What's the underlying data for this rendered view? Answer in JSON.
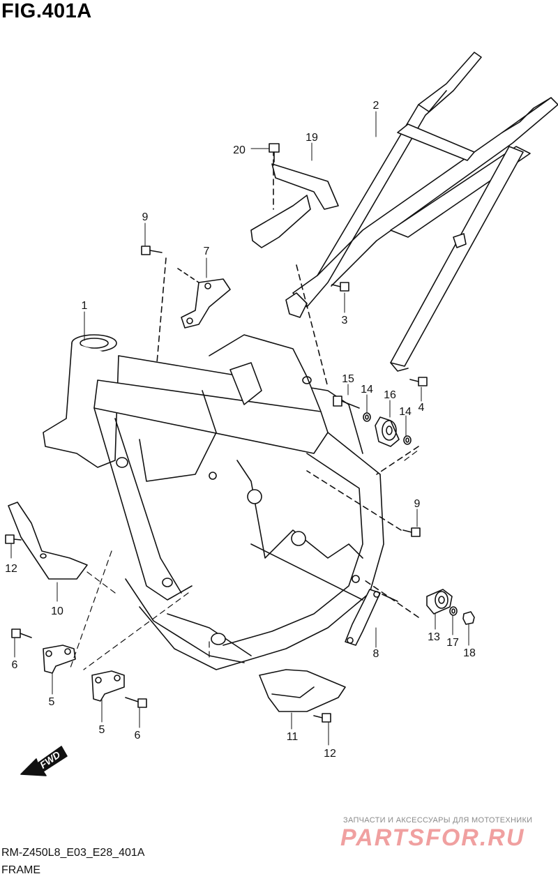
{
  "figure_title": "FIG.401A",
  "callouts": [
    {
      "id": "c1",
      "label": "1"
    },
    {
      "id": "c2",
      "label": "2"
    },
    {
      "id": "c3",
      "label": "3"
    },
    {
      "id": "c4",
      "label": "4"
    },
    {
      "id": "c5a",
      "label": "5"
    },
    {
      "id": "c5b",
      "label": "5"
    },
    {
      "id": "c6a",
      "label": "6"
    },
    {
      "id": "c6b",
      "label": "6"
    },
    {
      "id": "c7",
      "label": "7"
    },
    {
      "id": "c8",
      "label": "8"
    },
    {
      "id": "c9a",
      "label": "9"
    },
    {
      "id": "c9b",
      "label": "9"
    },
    {
      "id": "c10",
      "label": "10"
    },
    {
      "id": "c11",
      "label": "11"
    },
    {
      "id": "c12a",
      "label": "12"
    },
    {
      "id": "c12b",
      "label": "12"
    },
    {
      "id": "c13",
      "label": "13"
    },
    {
      "id": "c14a",
      "label": "14"
    },
    {
      "id": "c14b",
      "label": "14"
    },
    {
      "id": "c15",
      "label": "15"
    },
    {
      "id": "c16",
      "label": "16"
    },
    {
      "id": "c17",
      "label": "17"
    },
    {
      "id": "c18",
      "label": "18"
    },
    {
      "id": "c19",
      "label": "19"
    },
    {
      "id": "c20",
      "label": "20"
    }
  ],
  "fwd_label": "FWD",
  "watermark": {
    "subtitle": "ЗАПЧАСТИ И АКСЕССУАРЫ ДЛЯ МОТОТЕХНИКИ",
    "logo": "PARTSFOR.RU"
  },
  "footer": {
    "code": "RM-Z450L8_E03_E28_401A",
    "name": "FRAME"
  }
}
